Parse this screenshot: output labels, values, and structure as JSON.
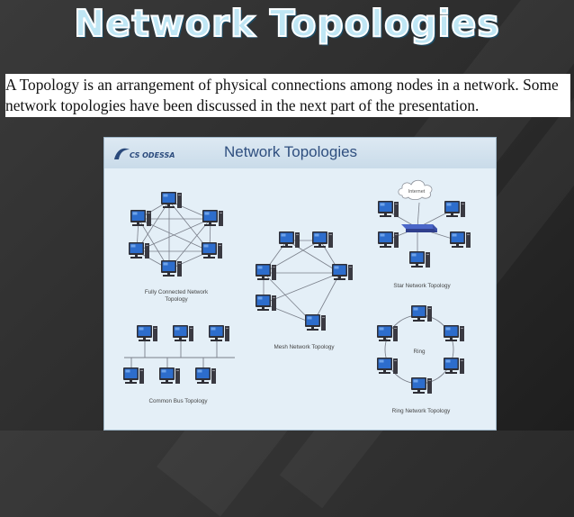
{
  "slide": {
    "title": "Network Topologies",
    "intro": "A Topology is an arrangement of physical connections among nodes in a network. Some network topologies have been discussed in the next part of the presentation."
  },
  "figure": {
    "logo_text": "CS ODESSA",
    "title": "Network Topologies",
    "labels": {
      "fully_connected_line1": "Fully Connected Network",
      "fully_connected_line2": "Topology",
      "mesh": "Mesh Network Topology",
      "star": "Star Network Topology",
      "bus": "Common Bus Topology",
      "ring_center": "Ring",
      "ring": "Ring Network Topology",
      "cloud": "Internet"
    }
  },
  "colors": {
    "figure_bg": "#e4eff7",
    "connector": "#7a7f8a",
    "monitor_frame": "#2f2f36",
    "monitor_screen": "#2d6dcc",
    "title_fill": "#bfe6f4"
  }
}
